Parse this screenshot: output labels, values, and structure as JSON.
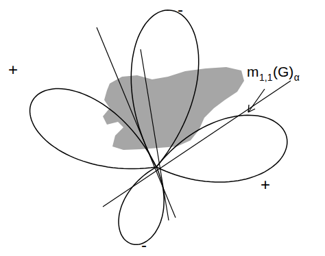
{
  "diagram": {
    "labels": [
      "-",
      "+",
      "m",
      "1,1",
      "(G)",
      "α",
      "+",
      "-"
    ]
  }
}
